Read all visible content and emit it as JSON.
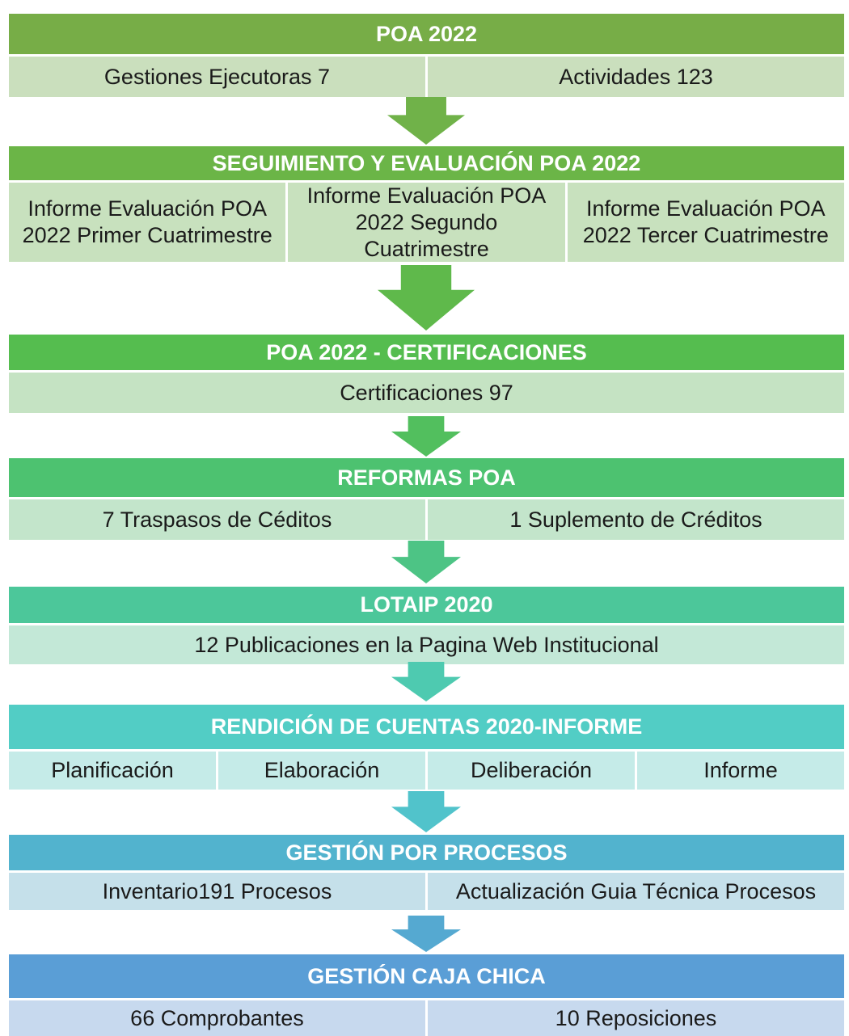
{
  "sections": [
    {
      "title": "POA 2022",
      "header_color": "#77AD47",
      "cell_color": "#CADFBD",
      "cells": [
        "Gestiones Ejecutoras 7",
        "Actividades 123"
      ]
    },
    {
      "title": "SEGUIMIENTO Y EVALUACIÓN  POA 2022",
      "header_color": "#6BB547",
      "cell_color": "#C8E1BE",
      "cells": [
        "Informe Evaluación POA 2022 Primer Cuatrimestre",
        "Informe Evaluación POA 2022 Segundo Cuatrimestre",
        "Informe Evaluación POA 2022 Tercer Cuatrimestre"
      ]
    },
    {
      "title": "POA 2022 - CERTIFICACIONES",
      "header_color": "#55BD4F",
      "cell_color": "#C5E3C3",
      "cells": [
        "Certificaciones 97"
      ]
    },
    {
      "title": "REFORMAS POA",
      "header_color": "#4DC270",
      "cell_color": "#C3E5CB",
      "cells": [
        "7 Traspasos de Céditos",
        "1 Suplemento de Créditos"
      ]
    },
    {
      "title": "LOTAIP  2020",
      "header_color": "#4CC79A",
      "cell_color": "#C3E8D7",
      "cells": [
        "12 Publicaciones en la Pagina Web Institucional"
      ]
    },
    {
      "title": "RENDICIÓN DE CUENTAS  2020-INFORME",
      "header_color": "#52CDC5",
      "cell_color": "#C5EBE8",
      "cells": [
        "Planificación",
        "Elaboración",
        "Deliberación",
        "Informe"
      ]
    },
    {
      "title": "GESTIÓN POR PROCESOS",
      "header_color": "#52B3CE",
      "cell_color": "#C5E0EA",
      "cells": [
        "Inventario191 Procesos",
        "Actualización Guia Técnica Procesos"
      ]
    },
    {
      "title": "GESTIÓN CAJA CHICA",
      "header_color": "#5A9ED6",
      "cell_color": "#C7D9EE",
      "cells": [
        "66 Comprobantes",
        "10 Reposiciones"
      ]
    }
  ],
  "arrows": [
    {
      "color": "#70B249"
    },
    {
      "color": "#5FB94B"
    },
    {
      "color": "#52BF5E"
    },
    {
      "color": "#4DC485"
    },
    {
      "color": "#4ECAB0"
    },
    {
      "color": "#51C3CB"
    },
    {
      "color": "#55A9D1"
    }
  ]
}
